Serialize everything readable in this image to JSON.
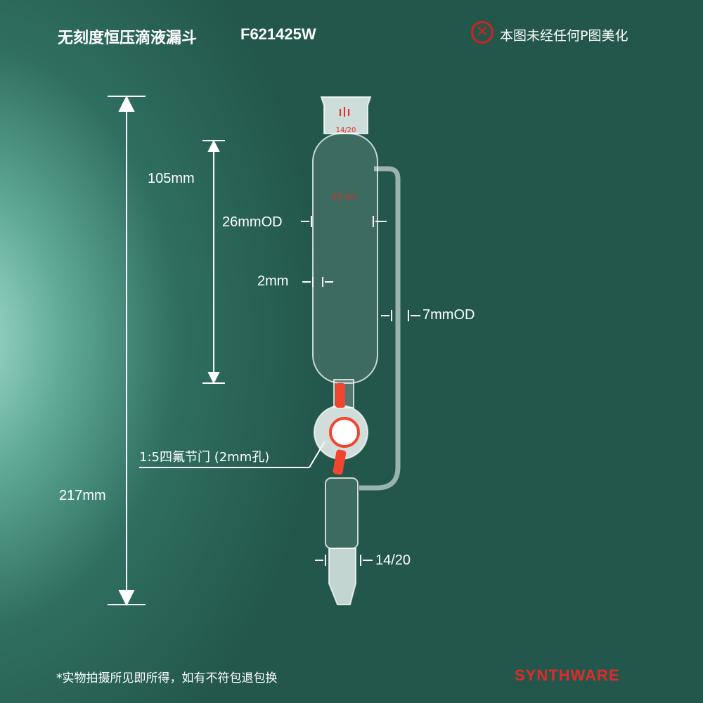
{
  "header": {
    "title": "无刻度恒压滴液漏斗",
    "code": "F621425W",
    "note": "本图未经任何P图美化",
    "note_icon": "x-circle-icon"
  },
  "dimensions": {
    "total_height": "217mm",
    "body_length": "105mm",
    "body_od": "26mmOD",
    "wall": "2mm",
    "side_tube_od": "7mmOD",
    "stopcock": "1:5四氟节门 (2mm孔)",
    "joint": "14/20"
  },
  "glass_markings": {
    "joint": "14/20",
    "volume": "25 mL"
  },
  "footer": {
    "disclaimer": "*实物拍摄所见即所得，如有不符包退包换",
    "brand": "SYNTHWARE"
  },
  "colors": {
    "brand": "#e22a2a",
    "ptfe": "#f0452e"
  }
}
